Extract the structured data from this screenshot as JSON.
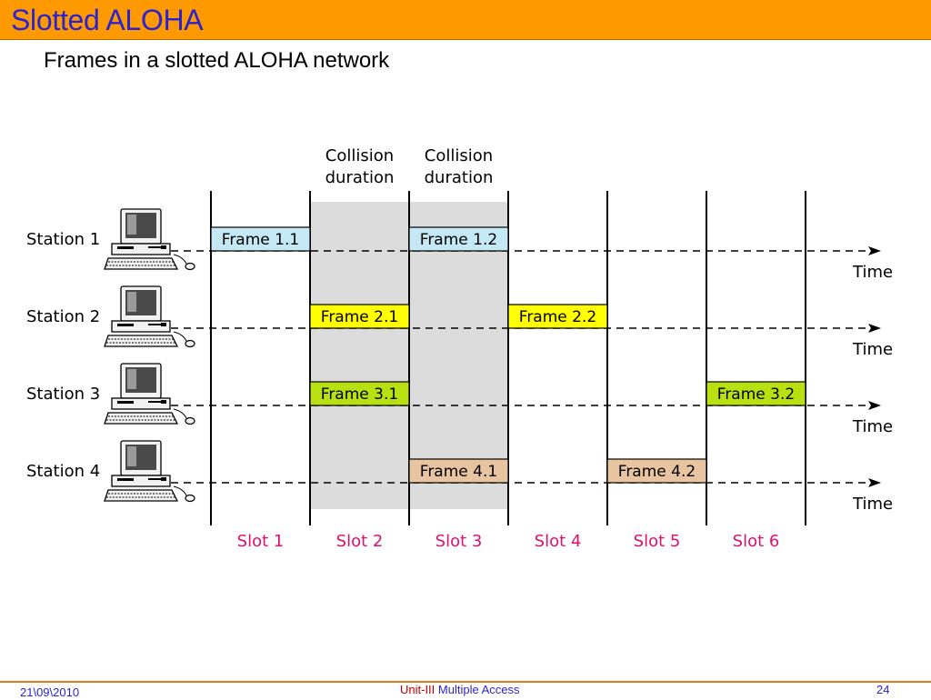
{
  "header": {
    "title": "Slotted ALOHA",
    "subtitle": "Frames in a slotted ALOHA network"
  },
  "diagram": {
    "collision_labels": [
      {
        "line1": "Collision",
        "line2": "duration"
      },
      {
        "line1": "Collision",
        "line2": "duration"
      }
    ],
    "stations": [
      {
        "label": "Station 1",
        "time_label": "Time"
      },
      {
        "label": "Station 2",
        "time_label": "Time"
      },
      {
        "label": "Station 3",
        "time_label": "Time"
      },
      {
        "label": "Station 4",
        "time_label": "Time"
      }
    ],
    "frames": [
      {
        "label": "Frame 1.1",
        "station": 1,
        "slot": 1,
        "color": "#c5e8f5"
      },
      {
        "label": "Frame 1.2",
        "station": 1,
        "slot": 3,
        "color": "#c5e8f5"
      },
      {
        "label": "Frame 2.1",
        "station": 2,
        "slot": 2,
        "color": "#ffff00"
      },
      {
        "label": "Frame 2.2",
        "station": 2,
        "slot": 4,
        "color": "#ffff00"
      },
      {
        "label": "Frame 3.1",
        "station": 3,
        "slot": 2,
        "color": "#b9e010"
      },
      {
        "label": "Frame 3.2",
        "station": 3,
        "slot": 6,
        "color": "#b9e010"
      },
      {
        "label": "Frame 4.1",
        "station": 4,
        "slot": 3,
        "color": "#e8c4a0"
      },
      {
        "label": "Frame 4.2",
        "station": 4,
        "slot": 5,
        "color": "#e8c4a0"
      }
    ],
    "collision_slots": [
      2,
      3
    ],
    "slots": [
      "Slot 1",
      "Slot 2",
      "Slot 3",
      "Slot 4",
      "Slot 5",
      "Slot 6"
    ],
    "colors": {
      "slot_label": "#e0106e",
      "collision_shade": "#dcdcdc"
    }
  },
  "footer": {
    "date": "21\\09\\2010",
    "unit": "Unit-III",
    "topic": "Multiple Access",
    "page": "24"
  }
}
